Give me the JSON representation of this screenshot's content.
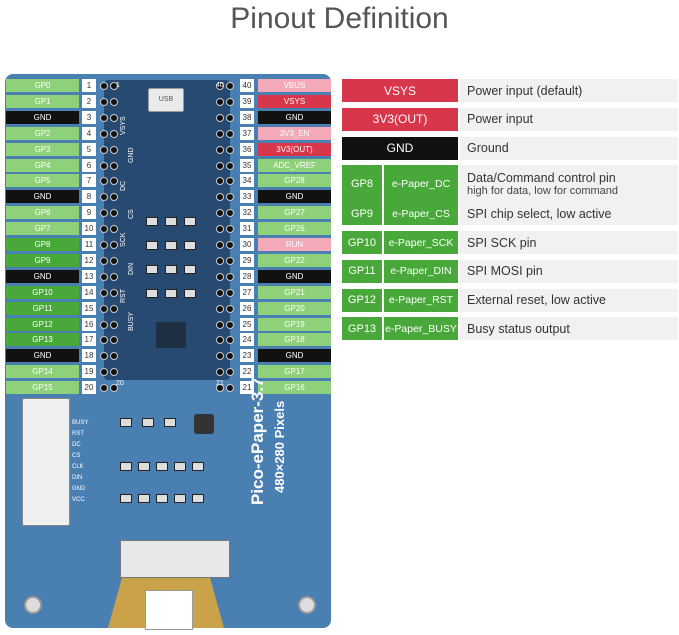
{
  "title": "Pinout Definition",
  "colors": {
    "gp": "#8fd07a",
    "gp_text": "#ffffff",
    "gnd": "#111111",
    "gnd_text": "#ffffff",
    "power": "#d8364a",
    "power_text": "#ffffff",
    "pink": "#f4a9b8",
    "pink_text": "#ffffff",
    "active": "#48a93a",
    "active_text": "#ffffff"
  },
  "left_pins": [
    {
      "num": "1",
      "label": "GP0",
      "kind": "gp"
    },
    {
      "num": "2",
      "label": "GP1",
      "kind": "gp"
    },
    {
      "num": "3",
      "label": "GND",
      "kind": "gnd"
    },
    {
      "num": "4",
      "label": "GP2",
      "kind": "gp"
    },
    {
      "num": "5",
      "label": "GP3",
      "kind": "gp"
    },
    {
      "num": "6",
      "label": "GP4",
      "kind": "gp"
    },
    {
      "num": "7",
      "label": "GP5",
      "kind": "gp"
    },
    {
      "num": "8",
      "label": "GND",
      "kind": "gnd"
    },
    {
      "num": "9",
      "label": "GP6",
      "kind": "gp"
    },
    {
      "num": "10",
      "label": "GP7",
      "kind": "gp"
    },
    {
      "num": "11",
      "label": "GP8",
      "kind": "active"
    },
    {
      "num": "12",
      "label": "GP9",
      "kind": "active"
    },
    {
      "num": "13",
      "label": "GND",
      "kind": "gnd"
    },
    {
      "num": "14",
      "label": "GP10",
      "kind": "active"
    },
    {
      "num": "15",
      "label": "GP11",
      "kind": "active"
    },
    {
      "num": "16",
      "label": "GP12",
      "kind": "active"
    },
    {
      "num": "17",
      "label": "GP13",
      "kind": "active"
    },
    {
      "num": "18",
      "label": "GND",
      "kind": "gnd"
    },
    {
      "num": "19",
      "label": "GP14",
      "kind": "gp"
    },
    {
      "num": "20",
      "label": "GP15",
      "kind": "gp"
    }
  ],
  "right_pins": [
    {
      "num": "40",
      "label": "VBUS",
      "kind": "pink"
    },
    {
      "num": "39",
      "label": "VSYS",
      "kind": "power"
    },
    {
      "num": "38",
      "label": "GND",
      "kind": "gnd"
    },
    {
      "num": "37",
      "label": "3V3_EN",
      "kind": "pink"
    },
    {
      "num": "36",
      "label": "3V3(OUT)",
      "kind": "power"
    },
    {
      "num": "35",
      "label": "ADC_VREF",
      "kind": "gp"
    },
    {
      "num": "34",
      "label": "GP28",
      "kind": "gp"
    },
    {
      "num": "33",
      "label": "GND",
      "kind": "gnd"
    },
    {
      "num": "32",
      "label": "GP27",
      "kind": "gp"
    },
    {
      "num": "31",
      "label": "GP26",
      "kind": "gp"
    },
    {
      "num": "30",
      "label": "RUN",
      "kind": "pink"
    },
    {
      "num": "29",
      "label": "GP22",
      "kind": "gp"
    },
    {
      "num": "28",
      "label": "GND",
      "kind": "gnd"
    },
    {
      "num": "27",
      "label": "GP21",
      "kind": "gp"
    },
    {
      "num": "26",
      "label": "GP20",
      "kind": "gp"
    },
    {
      "num": "25",
      "label": "GP19",
      "kind": "gp"
    },
    {
      "num": "24",
      "label": "GP18",
      "kind": "gp"
    },
    {
      "num": "23",
      "label": "GND",
      "kind": "gnd"
    },
    {
      "num": "22",
      "label": "GP17",
      "kind": "gp"
    },
    {
      "num": "21",
      "label": "GP16",
      "kind": "gp"
    }
  ],
  "board": {
    "usb": "USB",
    "name": "Pico-ePaper-3.7",
    "resolution": "480×280 Pixels",
    "pin_texts": [
      "VSYS",
      "GND",
      "DC",
      "CS",
      "SCK",
      "DIN",
      "RST",
      "BUSY"
    ],
    "connector_texts": [
      "BUSY",
      "RST",
      "DC",
      "CS",
      "CLK",
      "DIN",
      "GND",
      "VCC"
    ],
    "mark_1": "1",
    "mark_40": "40",
    "mark_20": "20",
    "mark_21": "21"
  },
  "table": [
    {
      "pin": "",
      "name": "VSYS",
      "desc": "Power input (default)",
      "sub": "",
      "style": "power"
    },
    {
      "pin": "",
      "name": "3V3(OUT)",
      "desc": "Power input",
      "sub": "",
      "style": "power"
    },
    {
      "pin": "",
      "name": "GND",
      "desc": "Ground",
      "sub": "",
      "style": "gnd"
    },
    {
      "pin": "GP8",
      "name": "e-Paper_DC",
      "desc": "Data/Command control pin",
      "sub": "high for data, low for command",
      "style": "gp"
    },
    {
      "pin": "GP9",
      "name": "e-Paper_CS",
      "desc": "SPI chip select, low active",
      "sub": "",
      "style": "gp"
    },
    {
      "pin": "GP10",
      "name": "e-Paper_SCK",
      "desc": "SPI SCK pin",
      "sub": "",
      "style": "gp"
    },
    {
      "pin": "GP11",
      "name": "e-Paper_DIN",
      "desc": "SPI MOSI pin",
      "sub": "",
      "style": "gp"
    },
    {
      "pin": "GP12",
      "name": "e-Paper_RST",
      "desc": "External reset, low active",
      "sub": "",
      "style": "gp"
    },
    {
      "pin": "GP13",
      "name": "e-Paper_BUSY",
      "desc": "Busy status output",
      "sub": "",
      "style": "gp"
    }
  ]
}
